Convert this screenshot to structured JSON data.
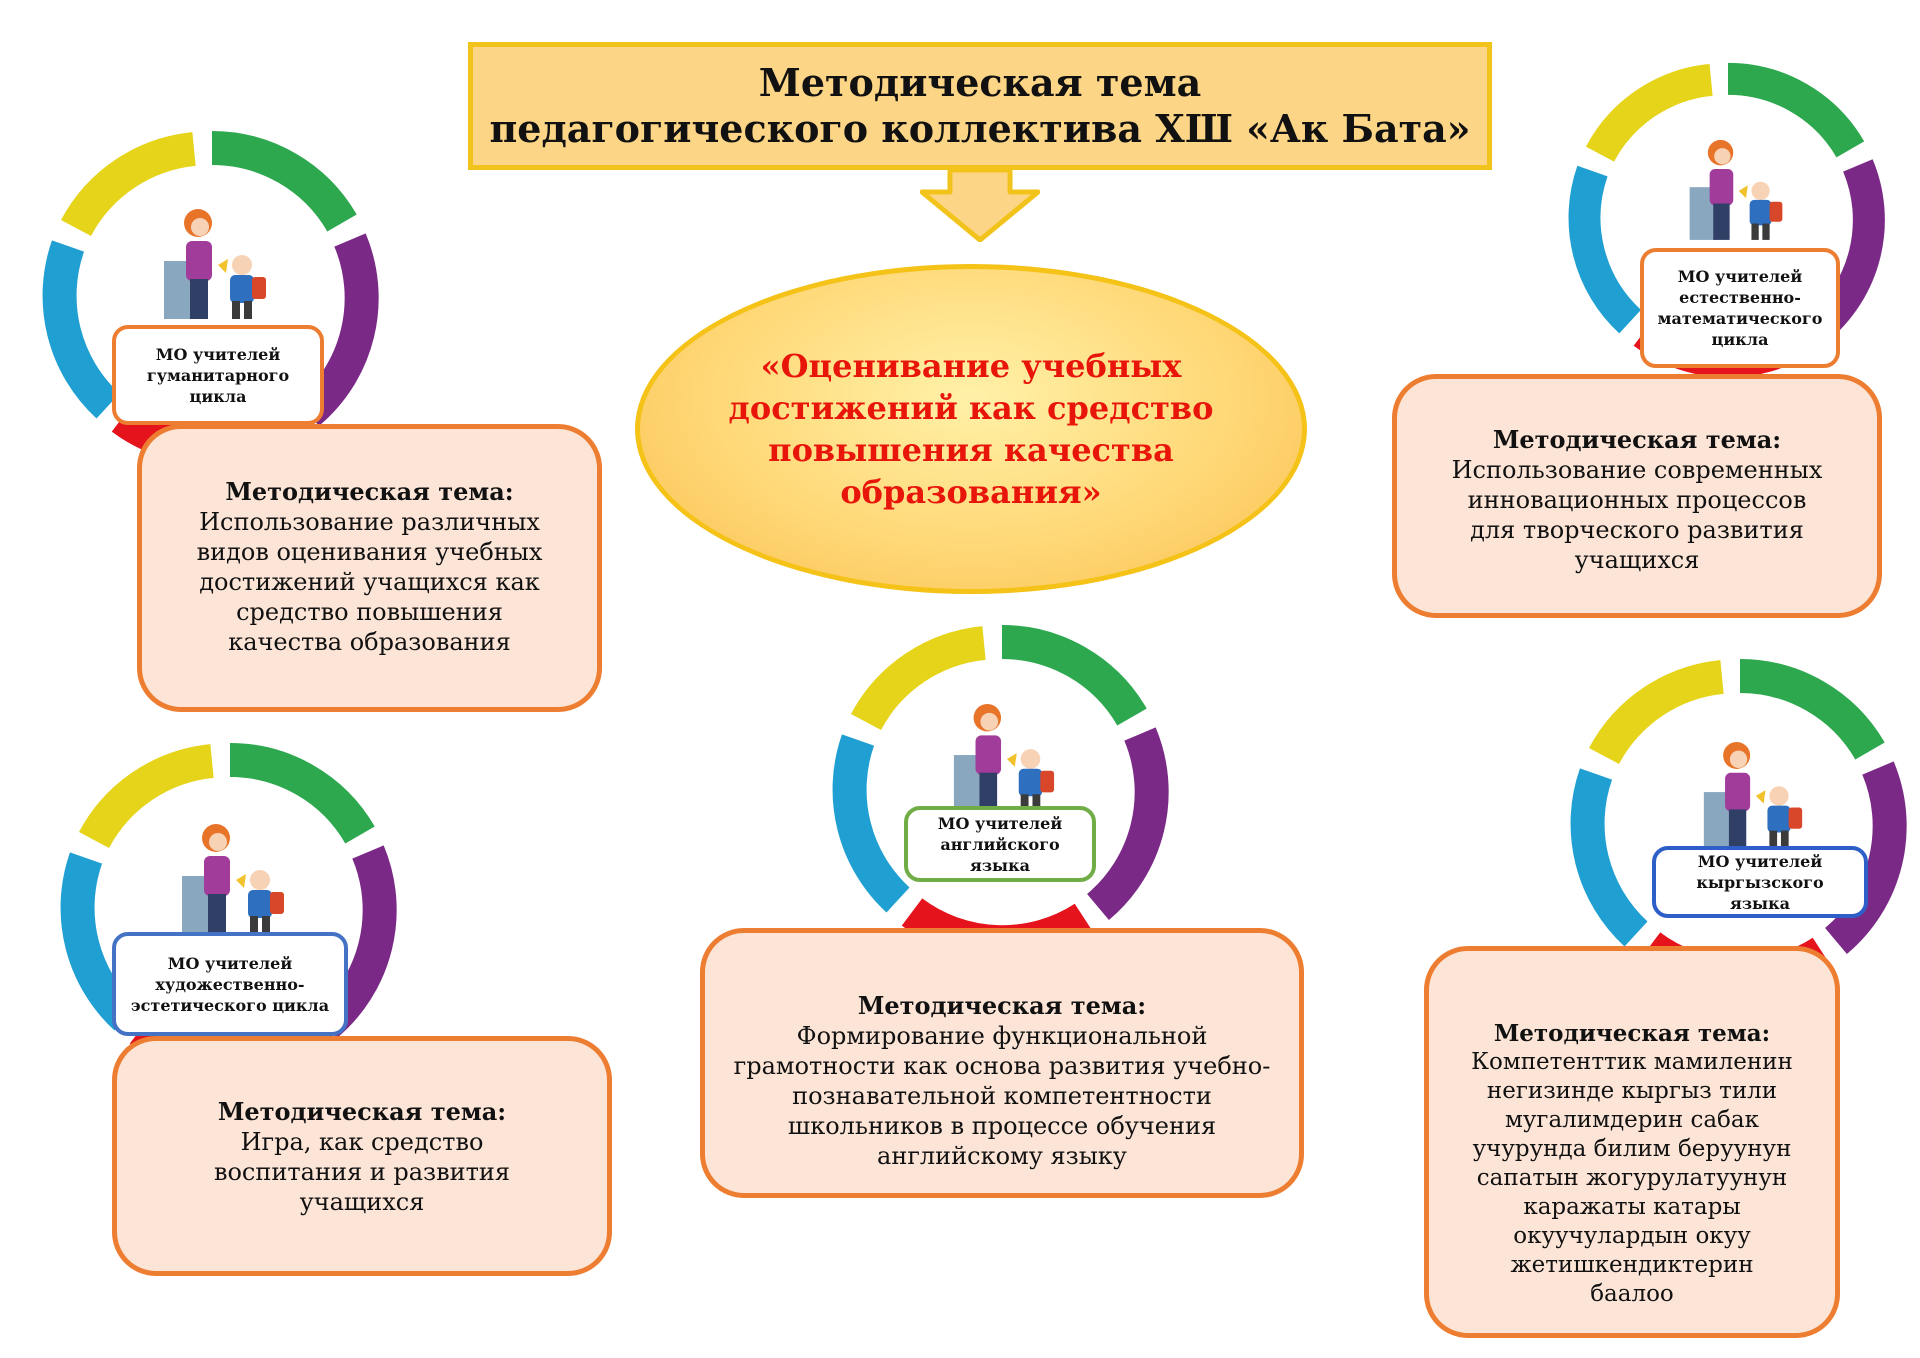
{
  "header": {
    "line1": "Методическая тема",
    "line2": "педагогического коллектива ХШ «Ак Бата»"
  },
  "center": {
    "text": "«Оценивание учебных достижений как средство повышения качества образования»"
  },
  "colors": {
    "green": "#2ea84f",
    "purple": "#7a2a86",
    "red": "#e5131b",
    "blue": "#1f9fd2",
    "yellow": "#e5d41a",
    "theme_border": "#ed7d31",
    "theme_fill": "#fce4d6",
    "center_text": "#e8150b"
  },
  "groups": [
    {
      "id": "humanitarian",
      "label": "МО  учителей гуманитарного цикла",
      "theme_title": "Методическая тема:",
      "theme_text": "Использование различных видов оценивания учебных достижений учащихся как средство повышения качества образования"
    },
    {
      "id": "science-math",
      "label": "МО учителей естественно-математического цикла",
      "theme_title": "Методическая тема:",
      "theme_text": "Использование современных инновационных процессов для творческого развития учащихся"
    },
    {
      "id": "arts",
      "label": "МО учителей художественно-эстетического цикла",
      "theme_title": "Методическая тема:",
      "theme_text": "Игра, как средство воспитания и развития учащихся"
    },
    {
      "id": "english",
      "label": "МО учителей английского языка",
      "theme_title": "Методическая тема:",
      "theme_text": "Формирование функциональной грамотности как основа развития учебно-познавательной компетентности школьников в процессе обучения английскому языку"
    },
    {
      "id": "kyrgyz",
      "label": "МО учителей кыргызского языка",
      "theme_title": "Методическая тема:",
      "theme_text": "Компетенттик мамиленин негизинде кыргыз тили мугалимдерин сабак учурунда билим беруунун сапатын жогурулатуунун каражаты катары окуучулардын окуу жетишкендиктерин баалоо"
    }
  ]
}
